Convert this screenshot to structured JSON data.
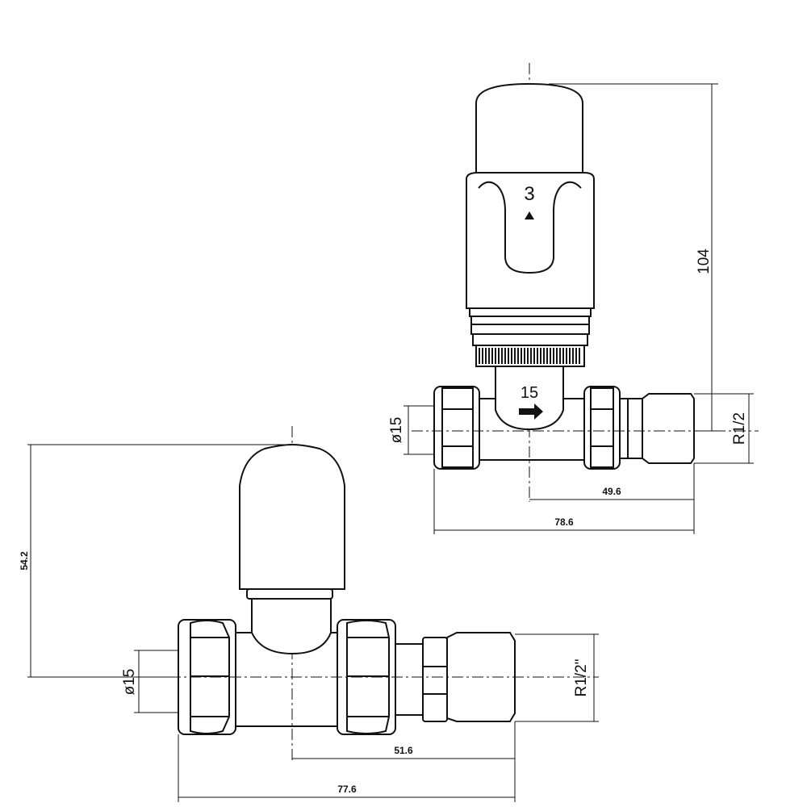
{
  "top_view": {
    "dial_marker": "3",
    "flow_label": "15",
    "dimensions": {
      "height": "104",
      "pipe_diameter": "ø15",
      "thread": "R1/2",
      "center_to_end": "49.6",
      "overall_length": "78.6"
    }
  },
  "side_view": {
    "dimensions": {
      "height": "54.2",
      "pipe_diameter": "ø15",
      "thread": "R1/2\"",
      "center_to_end": "51.6",
      "overall_length": "77.6"
    }
  }
}
